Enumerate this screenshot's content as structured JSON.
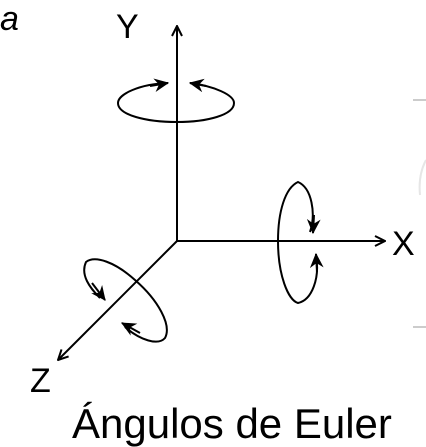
{
  "figure": {
    "corner_label": "a",
    "caption": "Ángulos de Euler"
  },
  "axes": {
    "y_label": "Y",
    "x_label": "X",
    "z_label": "Z"
  },
  "colors": {
    "ink": "#000000",
    "background": "#ffffff",
    "edge_marks": "#cccccc"
  }
}
